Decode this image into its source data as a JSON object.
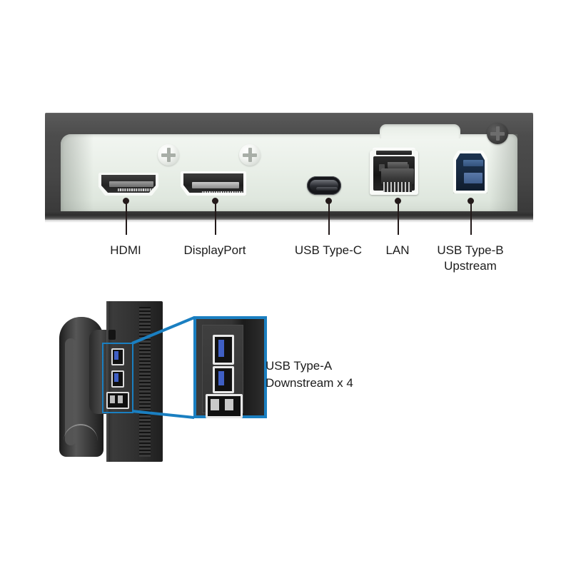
{
  "document": {
    "title": "Monitor connectivity ports diagram",
    "type": "product-port-diagram"
  },
  "rear_panel": {
    "name": "Monitor rear I/O panel",
    "ports": [
      {
        "id": "hdmi",
        "label": "HDMI",
        "label_line2": "",
        "icon": "hdmi-port-icon"
      },
      {
        "id": "dp",
        "label": "DisplayPort",
        "label_line2": "",
        "icon": "displayport-port-icon"
      },
      {
        "id": "usbc",
        "label": "USB Type-C",
        "label_line2": "",
        "icon": "usb-type-c-port-icon"
      },
      {
        "id": "lan",
        "label": "LAN",
        "label_line2": "",
        "icon": "rj45-lan-port-icon"
      },
      {
        "id": "usbb",
        "label": "USB Type-B",
        "label_line2": "Upstream",
        "icon": "usb-type-b-port-icon"
      }
    ],
    "fasteners": [
      {
        "id": "screw-left",
        "style": "light"
      },
      {
        "id": "screw-mid",
        "style": "light"
      },
      {
        "id": "screw-right",
        "style": "dark"
      }
    ]
  },
  "side_panel": {
    "name": "Monitor side profile view",
    "callout": {
      "label_line1": "USB Type-A",
      "label_line2": "Downstream x 4",
      "accent_color": "#1a7fc1",
      "magnified_ports": [
        {
          "id": "usb-a-1",
          "type": "usb-3.0",
          "color": "#3f5fc4"
        },
        {
          "id": "usb-a-2",
          "type": "usb-3.0",
          "color": "#3f5fc4"
        },
        {
          "id": "usb-a-3-4",
          "type": "usb-2.0-dual",
          "color": "#c9c9c9"
        }
      ]
    }
  },
  "colors": {
    "bezel_dark": "#464646",
    "plate_light": "#e9efe8",
    "callout_blue": "#1a7fc1",
    "usb_blue": "#3f5fc4",
    "usb_b_navy": "#16283f",
    "text": "#1c1c1c",
    "background": "#ffffff"
  }
}
